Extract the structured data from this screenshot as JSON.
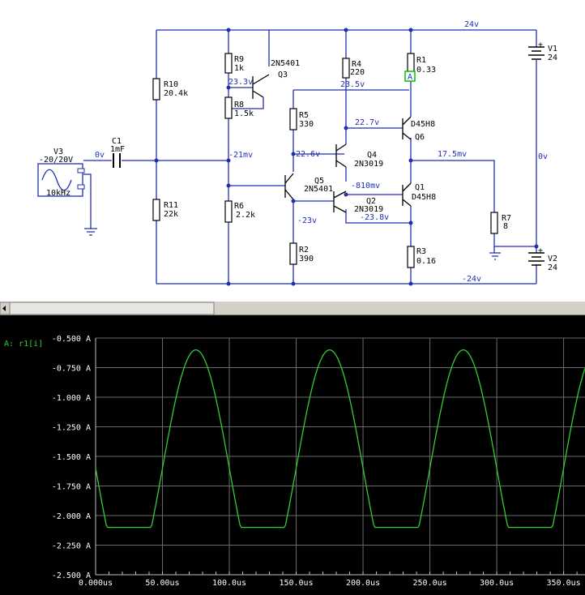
{
  "schematic": {
    "rail_labels": {
      "pos": "24v",
      "gnd": "0v",
      "neg": "-24v"
    },
    "components": {
      "V1": {
        "name": "V1",
        "value": "24"
      },
      "V2": {
        "name": "V2",
        "value": "24"
      },
      "V3": {
        "name": "V3",
        "range": "-20/20V",
        "freq": "10kHz"
      },
      "C1": {
        "name": "C1",
        "value": "1mF"
      },
      "R1": {
        "name": "R1",
        "value": "0.33"
      },
      "R2": {
        "name": "R2",
        "value": "390"
      },
      "R3": {
        "name": "R3",
        "value": "0.16"
      },
      "R4": {
        "name": "R4",
        "value": "220"
      },
      "R5": {
        "name": "R5",
        "value": "330"
      },
      "R6": {
        "name": "R6",
        "value": "2.2k"
      },
      "R7": {
        "name": "R7",
        "value": "8"
      },
      "R8": {
        "name": "R8",
        "value": "1.5k"
      },
      "R9": {
        "name": "R9",
        "value": "1k"
      },
      "R10": {
        "name": "R10",
        "value": "20.4k"
      },
      "R11": {
        "name": "R11",
        "value": "22k"
      },
      "Q1": {
        "name": "Q1",
        "model": "D45H8"
      },
      "Q2": {
        "name": "Q2",
        "model": "2N3019"
      },
      "Q3": {
        "name": "Q3",
        "model": "2N5401"
      },
      "Q4": {
        "name": "Q4",
        "model": "2N3019"
      },
      "Q5": {
        "name": "Q5",
        "model": "2N5401"
      },
      "Q6": {
        "name": "Q6",
        "model": "D45H8"
      }
    },
    "node_voltages": {
      "v_in": "0v",
      "v_base": "-21mv",
      "v_r9": "23.3v",
      "v_r4": "23.5v",
      "v_q6b": "22.7v",
      "v_q5c": "22.6v",
      "v_out": "17.5mv",
      "v_q2b": "-810mv",
      "v_q5e": "-23v",
      "v_q2e": "-23.8v"
    },
    "probe_label": "A"
  },
  "scope": {
    "trace_label": "A: r1[i]",
    "trace_color": "#33cc33",
    "y_ticks": [
      "-0.500 A",
      "-0.750 A",
      "-1.000 A",
      "-1.250 A",
      "-1.500 A",
      "-1.750 A",
      "-2.000 A",
      "-2.250 A",
      "-2.500 A"
    ],
    "x_ticks": [
      "0.000us",
      "50.00us",
      "100.0us",
      "150.0us",
      "200.0us",
      "250.0us",
      "300.0us",
      "350.0us"
    ]
  },
  "chart_data": {
    "type": "line",
    "ylabel": "",
    "xlabel": "",
    "series": [
      {
        "name": "A: r1[i]",
        "period_us": 100,
        "peak_time_us": 75,
        "max": -0.6,
        "clip_min": -2.1,
        "amplitude": 1.0,
        "offset": -1.6
      }
    ],
    "xlim": [
      0,
      366
    ],
    "ylim": [
      -2.5,
      -0.5
    ],
    "grid": true
  }
}
